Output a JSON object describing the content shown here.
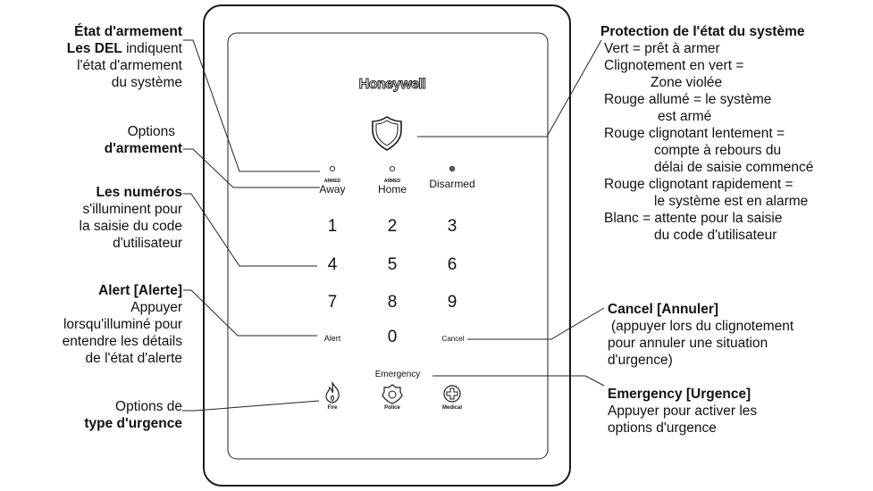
{
  "device": {
    "brand": "Honeywell",
    "modes": [
      {
        "armed_tag": "ARMED",
        "label": "Away"
      },
      {
        "armed_tag": "ARMED",
        "label": "Home"
      },
      {
        "armed_tag": "",
        "label": "Disarmed"
      }
    ],
    "keys": [
      "1",
      "2",
      "3",
      "4",
      "5",
      "6",
      "7",
      "8",
      "9"
    ],
    "alert_label": "Alert",
    "zero_label": "0",
    "cancel_label": "Cancel",
    "emergency_label": "Emergency",
    "emergency_types": [
      {
        "label": "Fire",
        "icon": "fire-icon"
      },
      {
        "label": "Police",
        "icon": "police-badge-icon"
      },
      {
        "label": "Medical",
        "icon": "medical-cross-icon"
      }
    ]
  },
  "left_annotations": {
    "arming_state": {
      "title": "État d'armement",
      "line2_bold": "Les DEL",
      "line2_rest": " indiquent",
      "line3": "l'état d'armement",
      "line4": "du système"
    },
    "arming_options": {
      "line1": "Options",
      "line2_bold": "d'armement"
    },
    "numbers": {
      "line1_bold": "Les numéros",
      "line2": "s'illuminent pour",
      "line3": "la saisie du code",
      "line4": "d'utilisateur"
    },
    "alert": {
      "line1_bold": "Alert [Alerte]",
      "line2": "Appuyer",
      "line3": "lorsqu'illuminé pour",
      "line4": "entendre les détails",
      "line5": "de l'état d'alerte"
    },
    "emergency_type": {
      "line1": "Options de",
      "line2_bold": "type d'urgence"
    }
  },
  "right_annotations": {
    "protection": {
      "title": "Protection de l'état du système",
      "lines": [
        "Vert = prêt à armer",
        "Clignotement en vert =",
        "Zone violée",
        "Rouge allumé = le système",
        "est armé",
        "Rouge clignotant lentement =",
        "compte à rebours du",
        "délai de saisie commencé",
        "Rouge clignotant rapidement =",
        "le système est en alarme",
        "Blanc = attente pour la saisie",
        "du code d'utilisateur"
      ]
    },
    "cancel": {
      "title": "Cancel [Annuler]",
      "lines": [
        "(appuyer lors du clignotement",
        "pour annuler une situation",
        "d'urgence)"
      ]
    },
    "emergency": {
      "title": "Emergency [Urgence]",
      "lines": [
        "Appuyer pour activer les",
        "options d'urgence"
      ]
    }
  },
  "colors": {
    "outline": "#1a1a1a",
    "led": "#666666"
  }
}
